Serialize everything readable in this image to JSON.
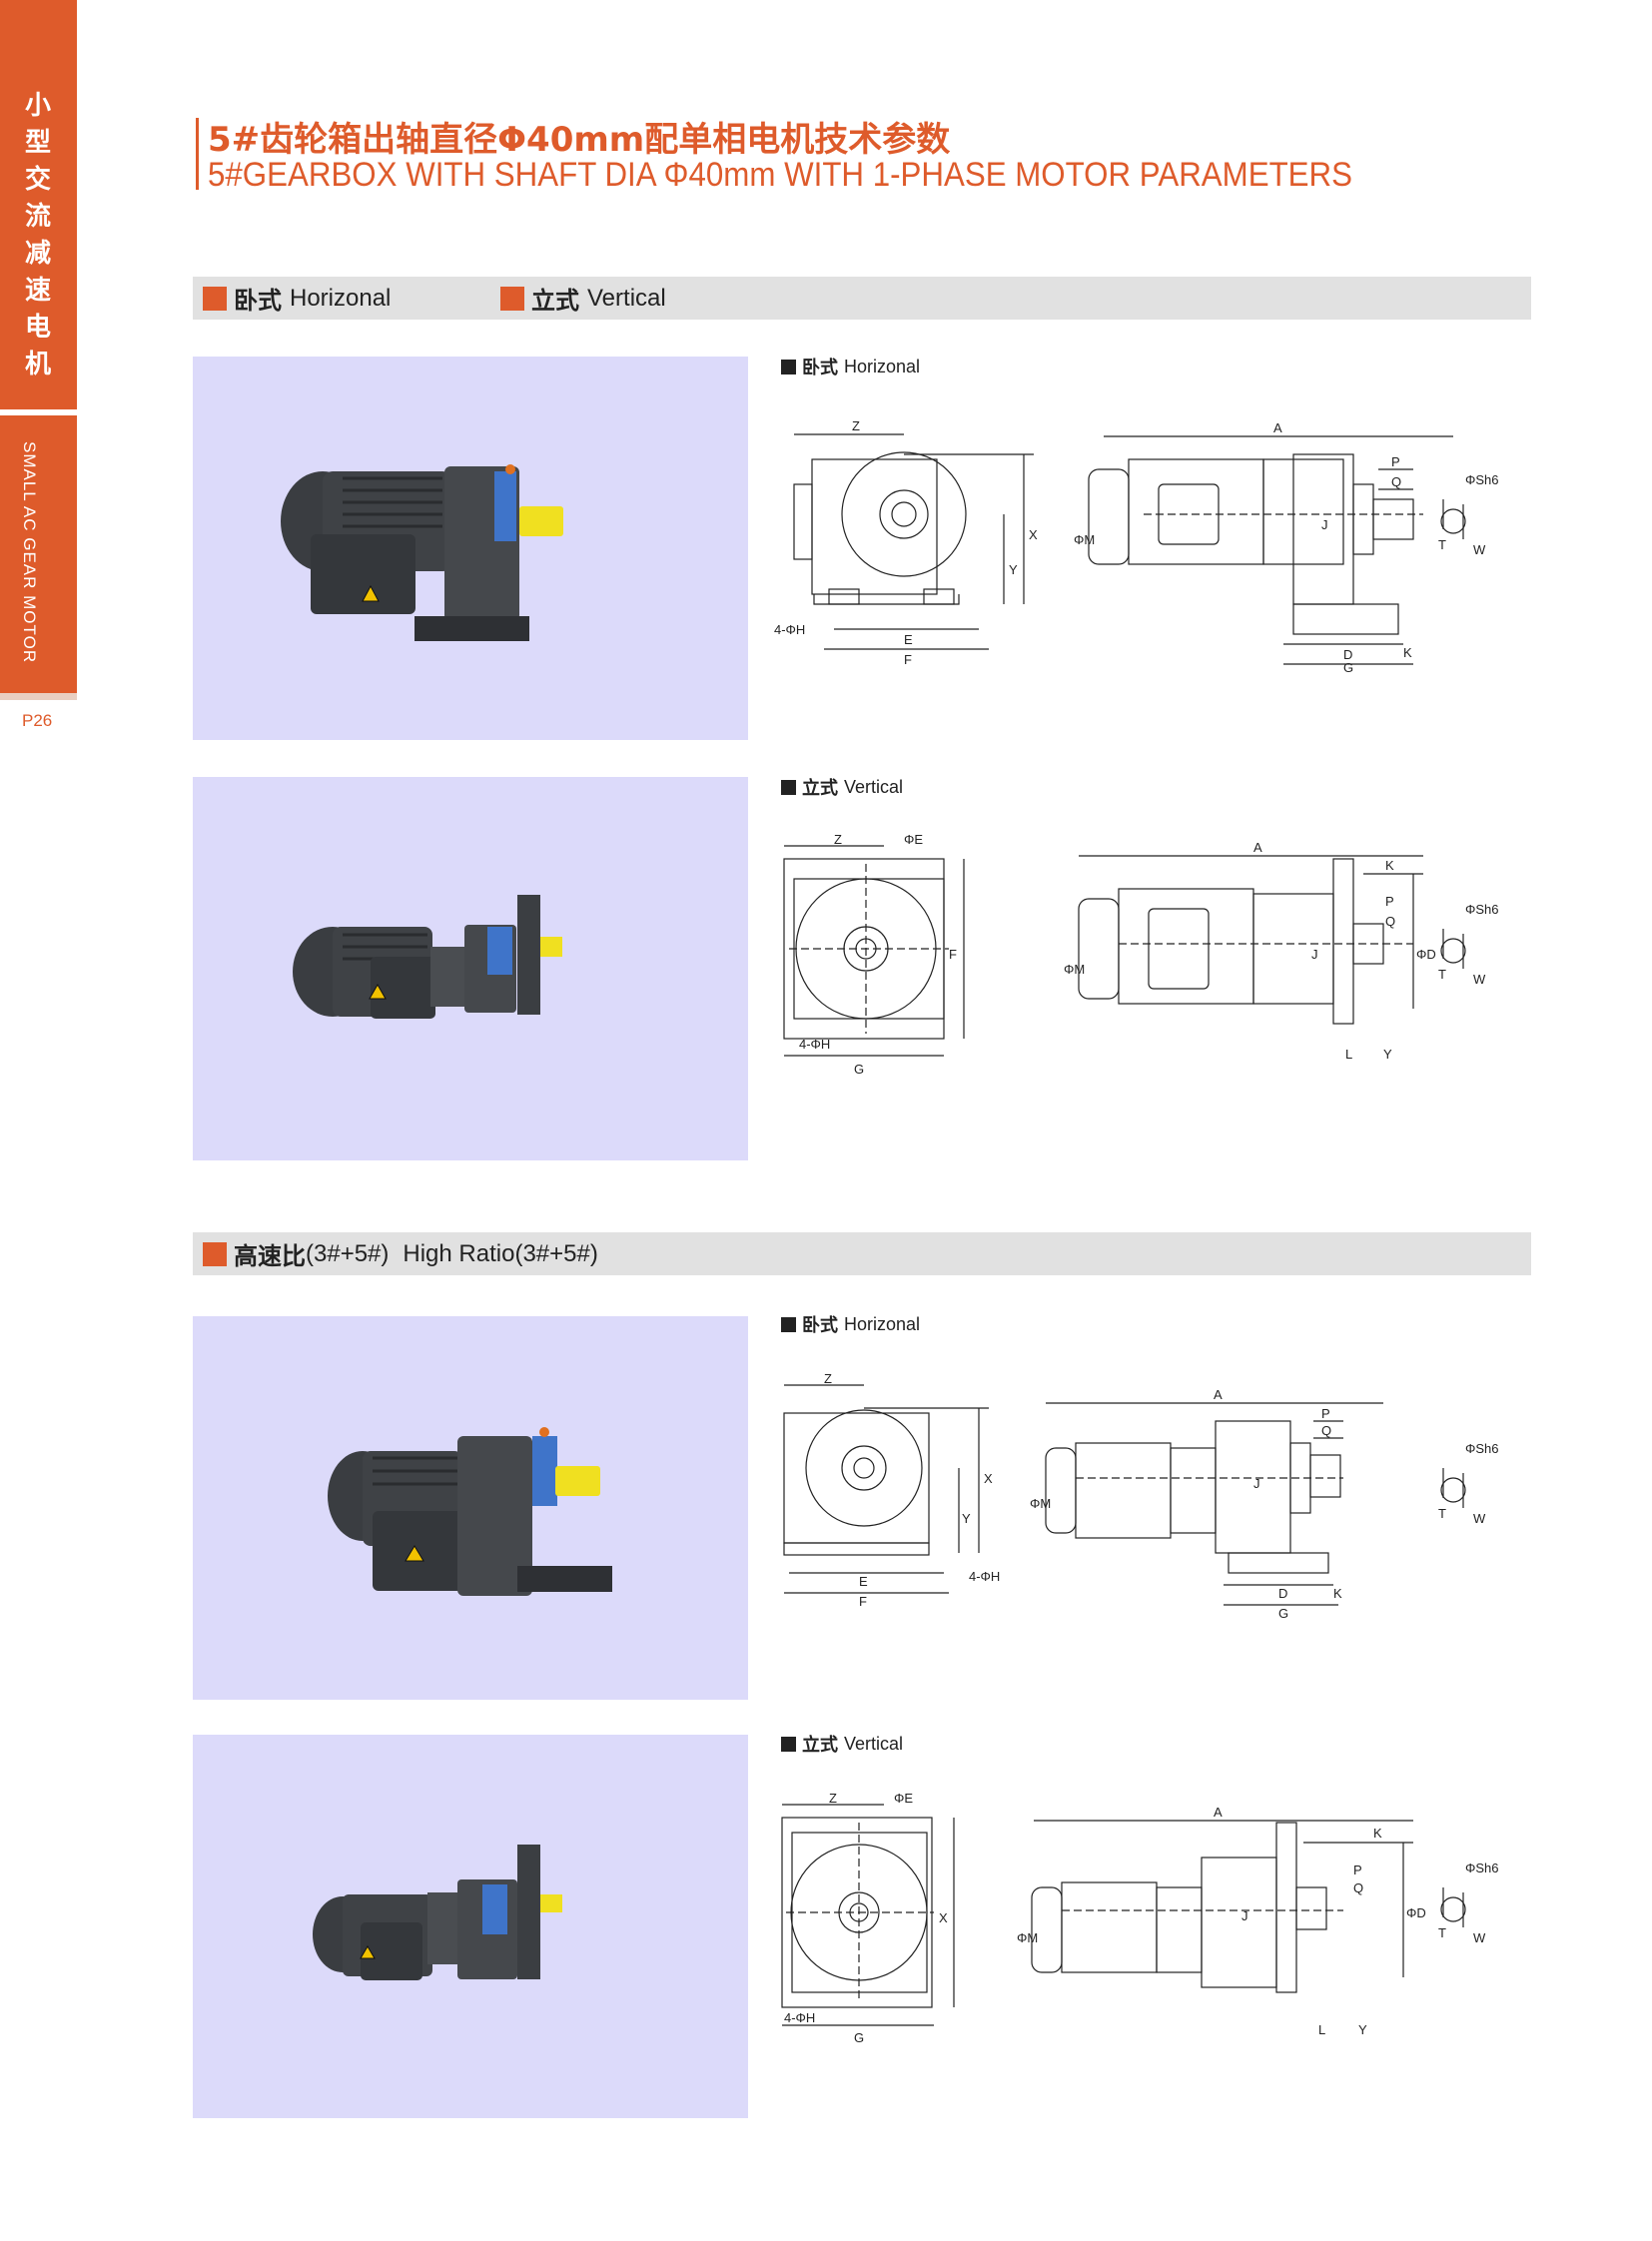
{
  "sidebar": {
    "category_cn": "小型交流减速电机",
    "category_en": "SMALL AC GEAR MOTOR",
    "page": "P26"
  },
  "header": {
    "title_cn": "5#齿轮箱出轴直径Φ40mm配单相电机技术参数",
    "title_en": "5#GEARBOX WITH SHAFT DIA Φ40mm WITH 1-PHASE MOTOR PARAMETERS"
  },
  "section1": {
    "horizontal_cn": "卧式",
    "horizontal_en": "Horizonal",
    "vertical_cn": "立式",
    "vertical_en": "Vertical"
  },
  "section2": {
    "title_cn": "高速比",
    "title_suffix": "(3#+5#)",
    "title_en": "High Ratio(3#+5#)"
  },
  "drawing_labels": {
    "horizontal_cn": "卧式",
    "horizontal_en": "Horizonal",
    "vertical_cn": "立式",
    "vertical_en": "Vertical"
  },
  "dims": {
    "Z": "Z",
    "A": "A",
    "P": "P",
    "Q": "Q",
    "X": "X",
    "Y": "Y",
    "E": "E",
    "F": "F",
    "G": "G",
    "D": "D",
    "K": "K",
    "J": "J",
    "L": "L",
    "T": "T",
    "W": "W",
    "M": "ΦM",
    "E_dia": "ΦE",
    "D_dia": "ΦD",
    "Sh6": "ΦSh6",
    "H": "4-ΦH"
  },
  "colors": {
    "accent": "#de5b2b",
    "section_bg": "#e1e1e1",
    "photo_bg": "#dcdafa"
  }
}
